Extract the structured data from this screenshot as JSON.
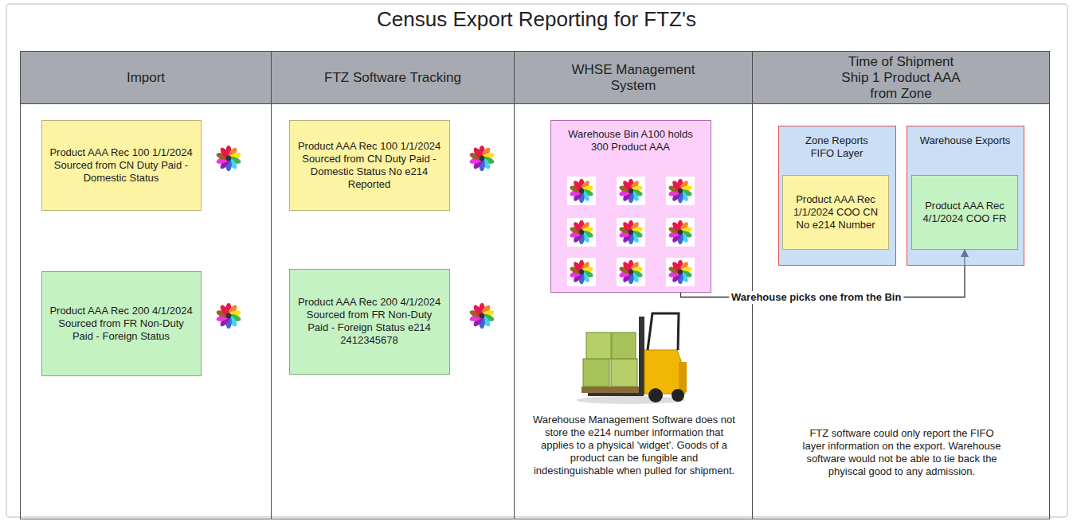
{
  "diagram": {
    "title": "Census Export Reporting for FTZ's",
    "nodes": [
      {
        "text": [
          "Import"
        ]
      },
      {
        "text": [
          "Product AAA Rec 100 1/1/2024 Sourced from CN Duty Paid - Domestic Status"
        ],
        "in": 0
      },
      {
        "text": [
          "Product AAA Rec 200 4/1/2024 Sourced from FR Non-Duty Paid - Foreign Status"
        ],
        "in": 0
      },
      {
        "text": [
          "FTZ Software Tracking"
        ]
      },
      {
        "text": [
          "Product AAA Rec 100 1/1/2024 Sourced from CN Duty Paid - Domestic Status No e214 Reported"
        ],
        "in": 3
      },
      {
        "text": [
          "Product AAA Rec 200 4/1/2024 Sourced from FR Non-Duty Paid - Foreign Status e214 2412345678"
        ],
        "in": 3
      },
      {
        "text": [
          "WHSE Management System",
          "Warehouse Management Software does not store the e214 number information that applies to a physical 'widget'. Goods of a product can be fungible and indestinguishable when pulled for shipment."
        ]
      },
      {
        "text": [
          "Warehouse Bin A100 holds 300 Product AAA"
        ],
        "in": 6
      },
      {
        "text": [
          "Time of Shipment Ship 1 Product AAA from Zone",
          "FTZ software could only report the FIFO layer information on the export. Warehouse software would not be able to tie back the phyiscal good to any admission."
        ]
      },
      {
        "text": [
          "Zone Reports FIFO Layer"
        ],
        "in": 8
      },
      {
        "text": [
          "Product AAA Rec 1/1/2024 COO CN No e214 Number"
        ],
        "in": 9
      },
      {
        "text": [
          "Warehouse Exports"
        ],
        "in": 8
      },
      {
        "text": [
          "Product AAA Rec 4/1/2024 COO FR"
        ],
        "in": 11
      }
    ],
    "edges": [
      {
        "from": 7,
        "to": 12,
        "arrow": "to",
        "label": "Warehouse picks one from the Bin"
      }
    ]
  }
}
